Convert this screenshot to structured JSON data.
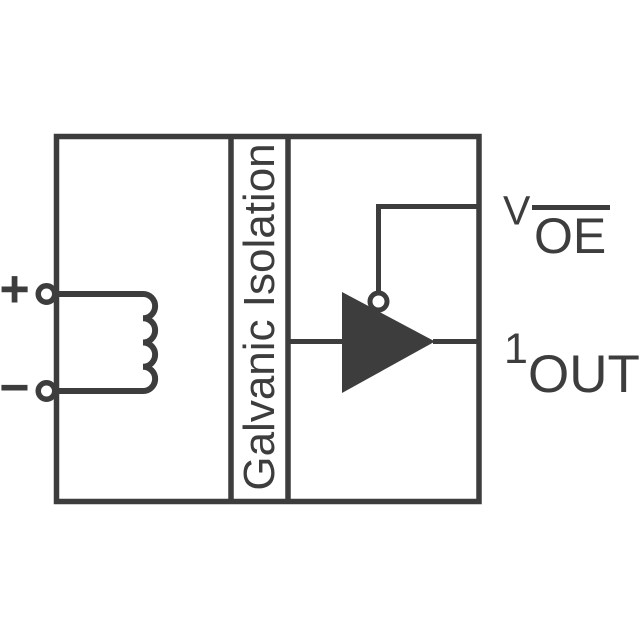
{
  "colors": {
    "ink": "#3d3d3d",
    "background": "#ffffff"
  },
  "schematic": {
    "isolation_barrier_label": "Galvanic Isolation",
    "input_terminals": {
      "positive": "+",
      "negative": "−"
    },
    "enable_pin": {
      "symbol": "V",
      "name": "OE",
      "active_low": true
    },
    "output_pin": {
      "channel": "1",
      "name": "OUT"
    }
  }
}
